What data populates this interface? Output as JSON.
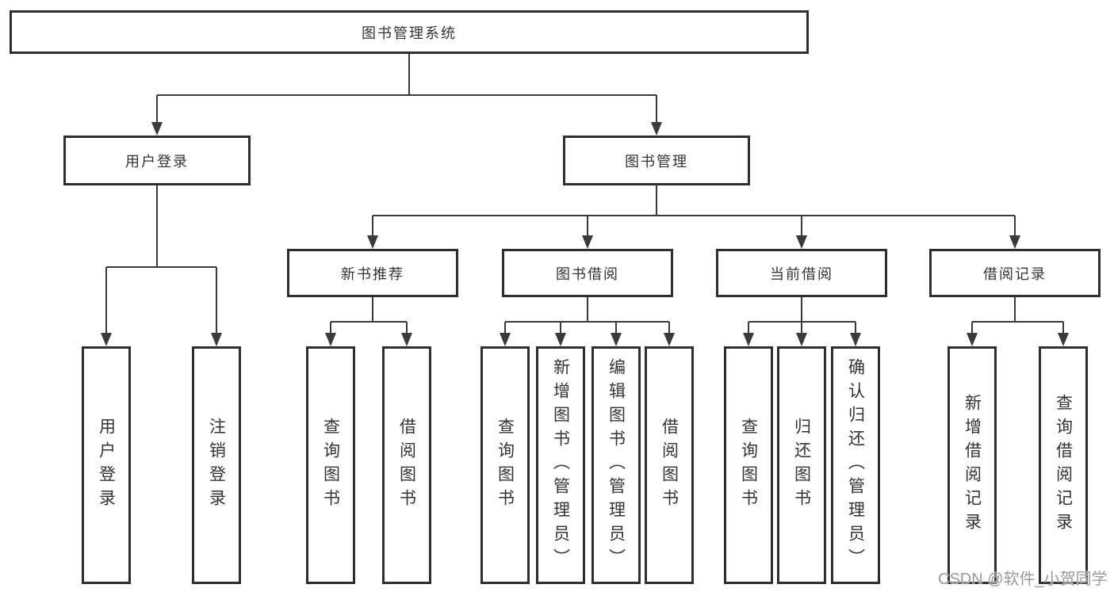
{
  "tree": {
    "root": {
      "label": "图书管理系统"
    },
    "children": [
      {
        "label": "用户登录",
        "children": [
          {
            "label": "用户登录"
          },
          {
            "label": "注销登录"
          }
        ]
      },
      {
        "label": "图书管理",
        "children": [
          {
            "label": "新书推荐",
            "children": [
              {
                "label": "查询图书"
              },
              {
                "label": "借阅图书"
              }
            ]
          },
          {
            "label": "图书借阅",
            "children": [
              {
                "label": "查询图书"
              },
              {
                "label": "新增图书（管理员）"
              },
              {
                "label": "编辑图书（管理员）"
              },
              {
                "label": "借阅图书"
              }
            ]
          },
          {
            "label": "当前借阅",
            "children": [
              {
                "label": "查询图书"
              },
              {
                "label": "归还图书"
              },
              {
                "label": "确认归还（管理员）"
              }
            ]
          },
          {
            "label": "借阅记录",
            "children": [
              {
                "label": "新增借阅记录"
              },
              {
                "label": "查询借阅记录"
              }
            ]
          }
        ]
      }
    ]
  },
  "colors": {
    "line": "#3a3a3a",
    "border": "#2e2e2e",
    "text": "#333333",
    "watermark": "#949494"
  },
  "watermark": {
    "text": "CSDN @软件_小贺同学"
  }
}
